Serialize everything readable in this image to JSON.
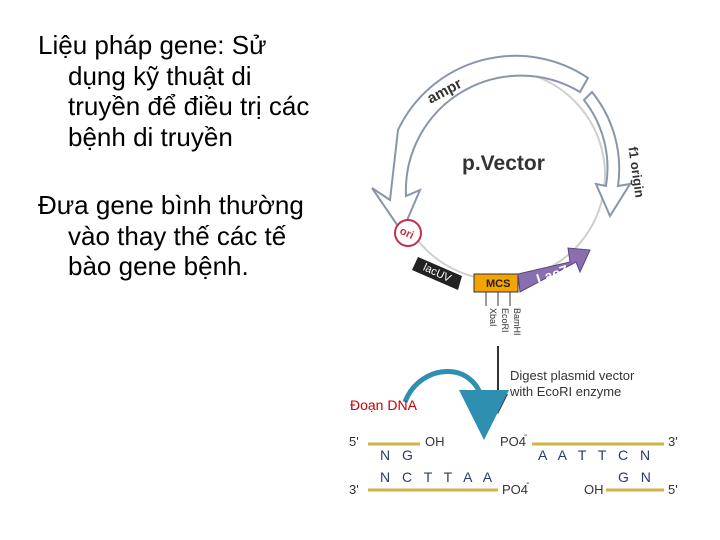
{
  "slide": {
    "bullets": [
      "Liệu pháp gene: Sử dụng kỹ thuật di truyền để điều trị các bệnh di truyền",
      "Đưa gene bình thường vào thay thế các tế bào gene bệnh."
    ]
  },
  "diagram": {
    "vector_name": "p.Vector",
    "ampr": "ampr",
    "f1_origin": "f1 origin",
    "ori": "ori",
    "lacuv": "lacUV",
    "mcs": "MCS",
    "lacz": "LacZ",
    "sites": [
      "BamHI",
      "EcoRI",
      "XbaI"
    ],
    "digest_line1": "Digest plasmid vector",
    "digest_line2": "with EcoRI enzyme",
    "insert_label": "Đoạn DNA",
    "insert_top_5": "5'",
    "insert_top_oh": "OH",
    "insert_top_bases": "N G",
    "insert_bot_3": "3'",
    "insert_bot_bases": "N C T T A A",
    "insert_bot_po4": "PO4",
    "vec_top_po4": "PO4",
    "vec_top_bases": "A A T T C N",
    "vec_top_3": "3'",
    "vec_bot_oh": "OH",
    "vec_bot_bases": "G N",
    "vec_bot_5": "5'",
    "minus": "-",
    "colors": {
      "arrow_outline": "#9aa4b4",
      "lacz": "#8a6fb0",
      "mcs": "#f4a300",
      "lacuv": "#222222",
      "ori_ring": "#c0304a",
      "insert_arrow": "#2e8fb0",
      "strand": "#d4b24a",
      "red_text": "#cc0000",
      "base_text": "#2a3a6a"
    }
  }
}
